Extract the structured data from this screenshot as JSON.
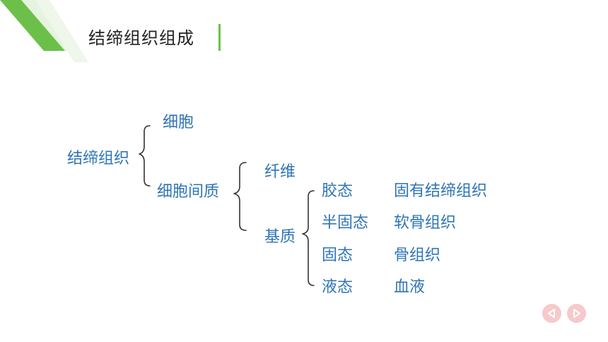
{
  "title": "结缔组织组成",
  "diagram": {
    "root": "结缔组织",
    "level1": [
      "细胞",
      "细胞间质"
    ],
    "level2": [
      "纤维",
      "基质"
    ],
    "states": [
      "胶态",
      "半固态",
      "固态",
      "液态"
    ],
    "tissues": [
      "固有结缔组织",
      "软骨组织",
      "骨组织",
      "血液"
    ]
  },
  "colors": {
    "accent_green": "#6cc04a",
    "text_blue": "#2e74b5",
    "nav_pink": "#f6c9cb"
  },
  "nav": {
    "prev_icon": "triangle-left-icon",
    "next_icon": "triangle-right-icon"
  }
}
